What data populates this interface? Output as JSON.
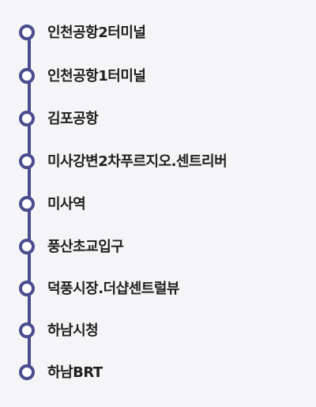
{
  "route": {
    "line_color": "#4a4d8e",
    "stops": [
      {
        "name": "인천공항2터미널"
      },
      {
        "name": "인천공항1터미널"
      },
      {
        "name": "김포공항"
      },
      {
        "name": "미사강변2차푸르지오.센트리버"
      },
      {
        "name": "미사역"
      },
      {
        "name": "풍산초교입구"
      },
      {
        "name": "덕풍시장.더샵센트럴뷰"
      },
      {
        "name": "하남시청"
      },
      {
        "name": "하남BRT"
      }
    ]
  }
}
